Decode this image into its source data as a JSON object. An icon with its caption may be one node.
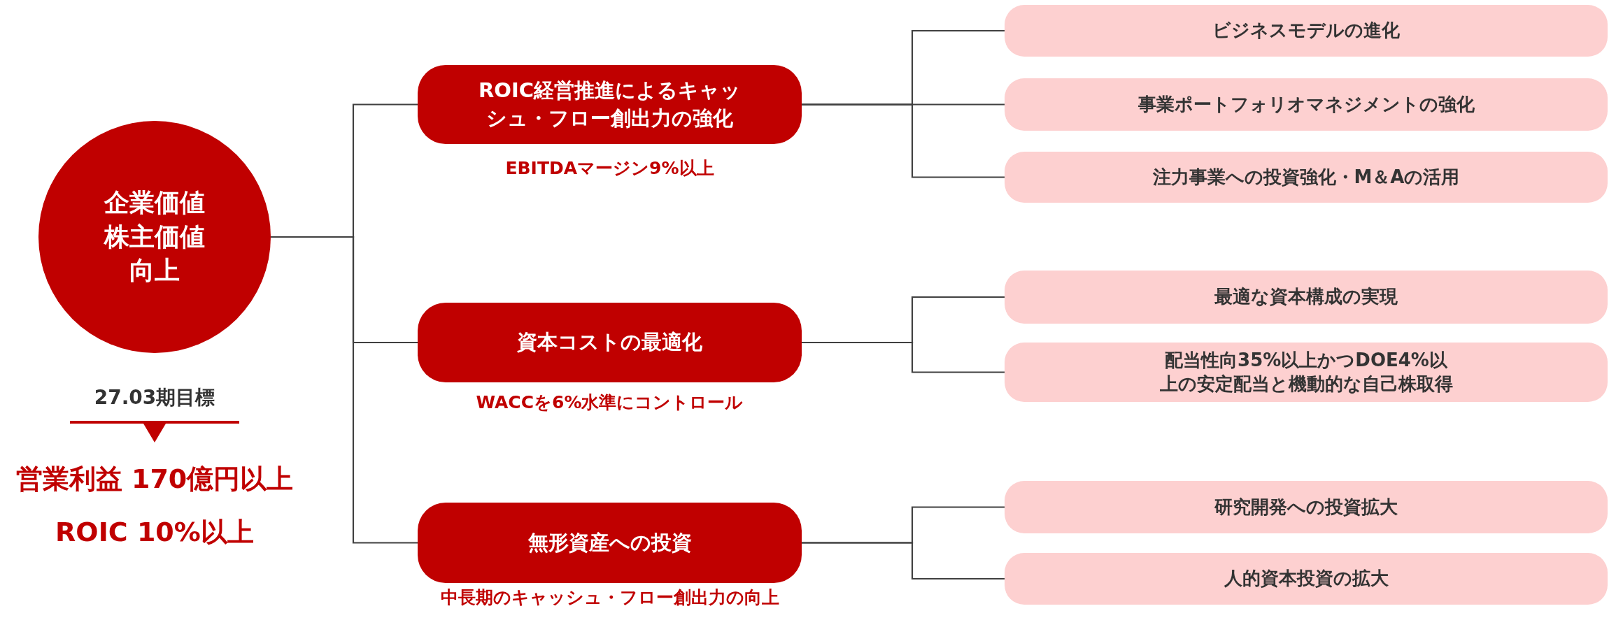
{
  "diagram": {
    "nodes": [
      {
        "text": [
          "企業価値株主価値向上"
        ]
      },
      {
        "text": [
          "ROIC経営推進によるキャッシュ・フロー創出力の強化"
        ],
        "beside": [
          "EBITDAマージン9%以上"
        ]
      },
      {
        "text": [
          "ビジネスモデルの進化"
        ]
      },
      {
        "text": [
          "事業ポートフォリオマネジメントの強化"
        ]
      },
      {
        "text": [
          "注力事業への投資強化・M＆Aの活用"
        ]
      },
      {
        "text": [
          "資本コストの最適化"
        ],
        "beside": [
          "WACCを6%水準にコントロール"
        ]
      },
      {
        "text": [
          "最適な資本構成の実現"
        ]
      },
      {
        "text": [
          "配当性向35%以上かつDOE4%以上の安定配当と機動的な自己株取得"
        ]
      },
      {
        "text": [
          "無形資産への投資"
        ],
        "beside": [
          "中長期のキャッシュ・フロー創出力の向上"
        ]
      },
      {
        "text": [
          "研究開発への投資拡大"
        ]
      },
      {
        "text": [
          "人的資本投資の拡大"
        ]
      }
    ],
    "edges": [
      {
        "from": 0,
        "to": 1,
        "arrow": "none"
      },
      {
        "from": 0,
        "to": 5,
        "arrow": "none"
      },
      {
        "from": 0,
        "to": 8,
        "arrow": "none"
      },
      {
        "from": 1,
        "to": 2,
        "arrow": "none"
      },
      {
        "from": 1,
        "to": 3,
        "arrow": "none"
      },
      {
        "from": 1,
        "to": 4,
        "arrow": "none"
      },
      {
        "from": 5,
        "to": 6,
        "arrow": "none"
      },
      {
        "from": 5,
        "to": 7,
        "arrow": "none"
      },
      {
        "from": 8,
        "to": 9,
        "arrow": "none"
      },
      {
        "from": 8,
        "to": 10,
        "arrow": "none"
      }
    ],
    "labels": [
      "27.03期目標",
      "営業利益 170億円以上",
      "ROIC 10%以上"
    ]
  }
}
